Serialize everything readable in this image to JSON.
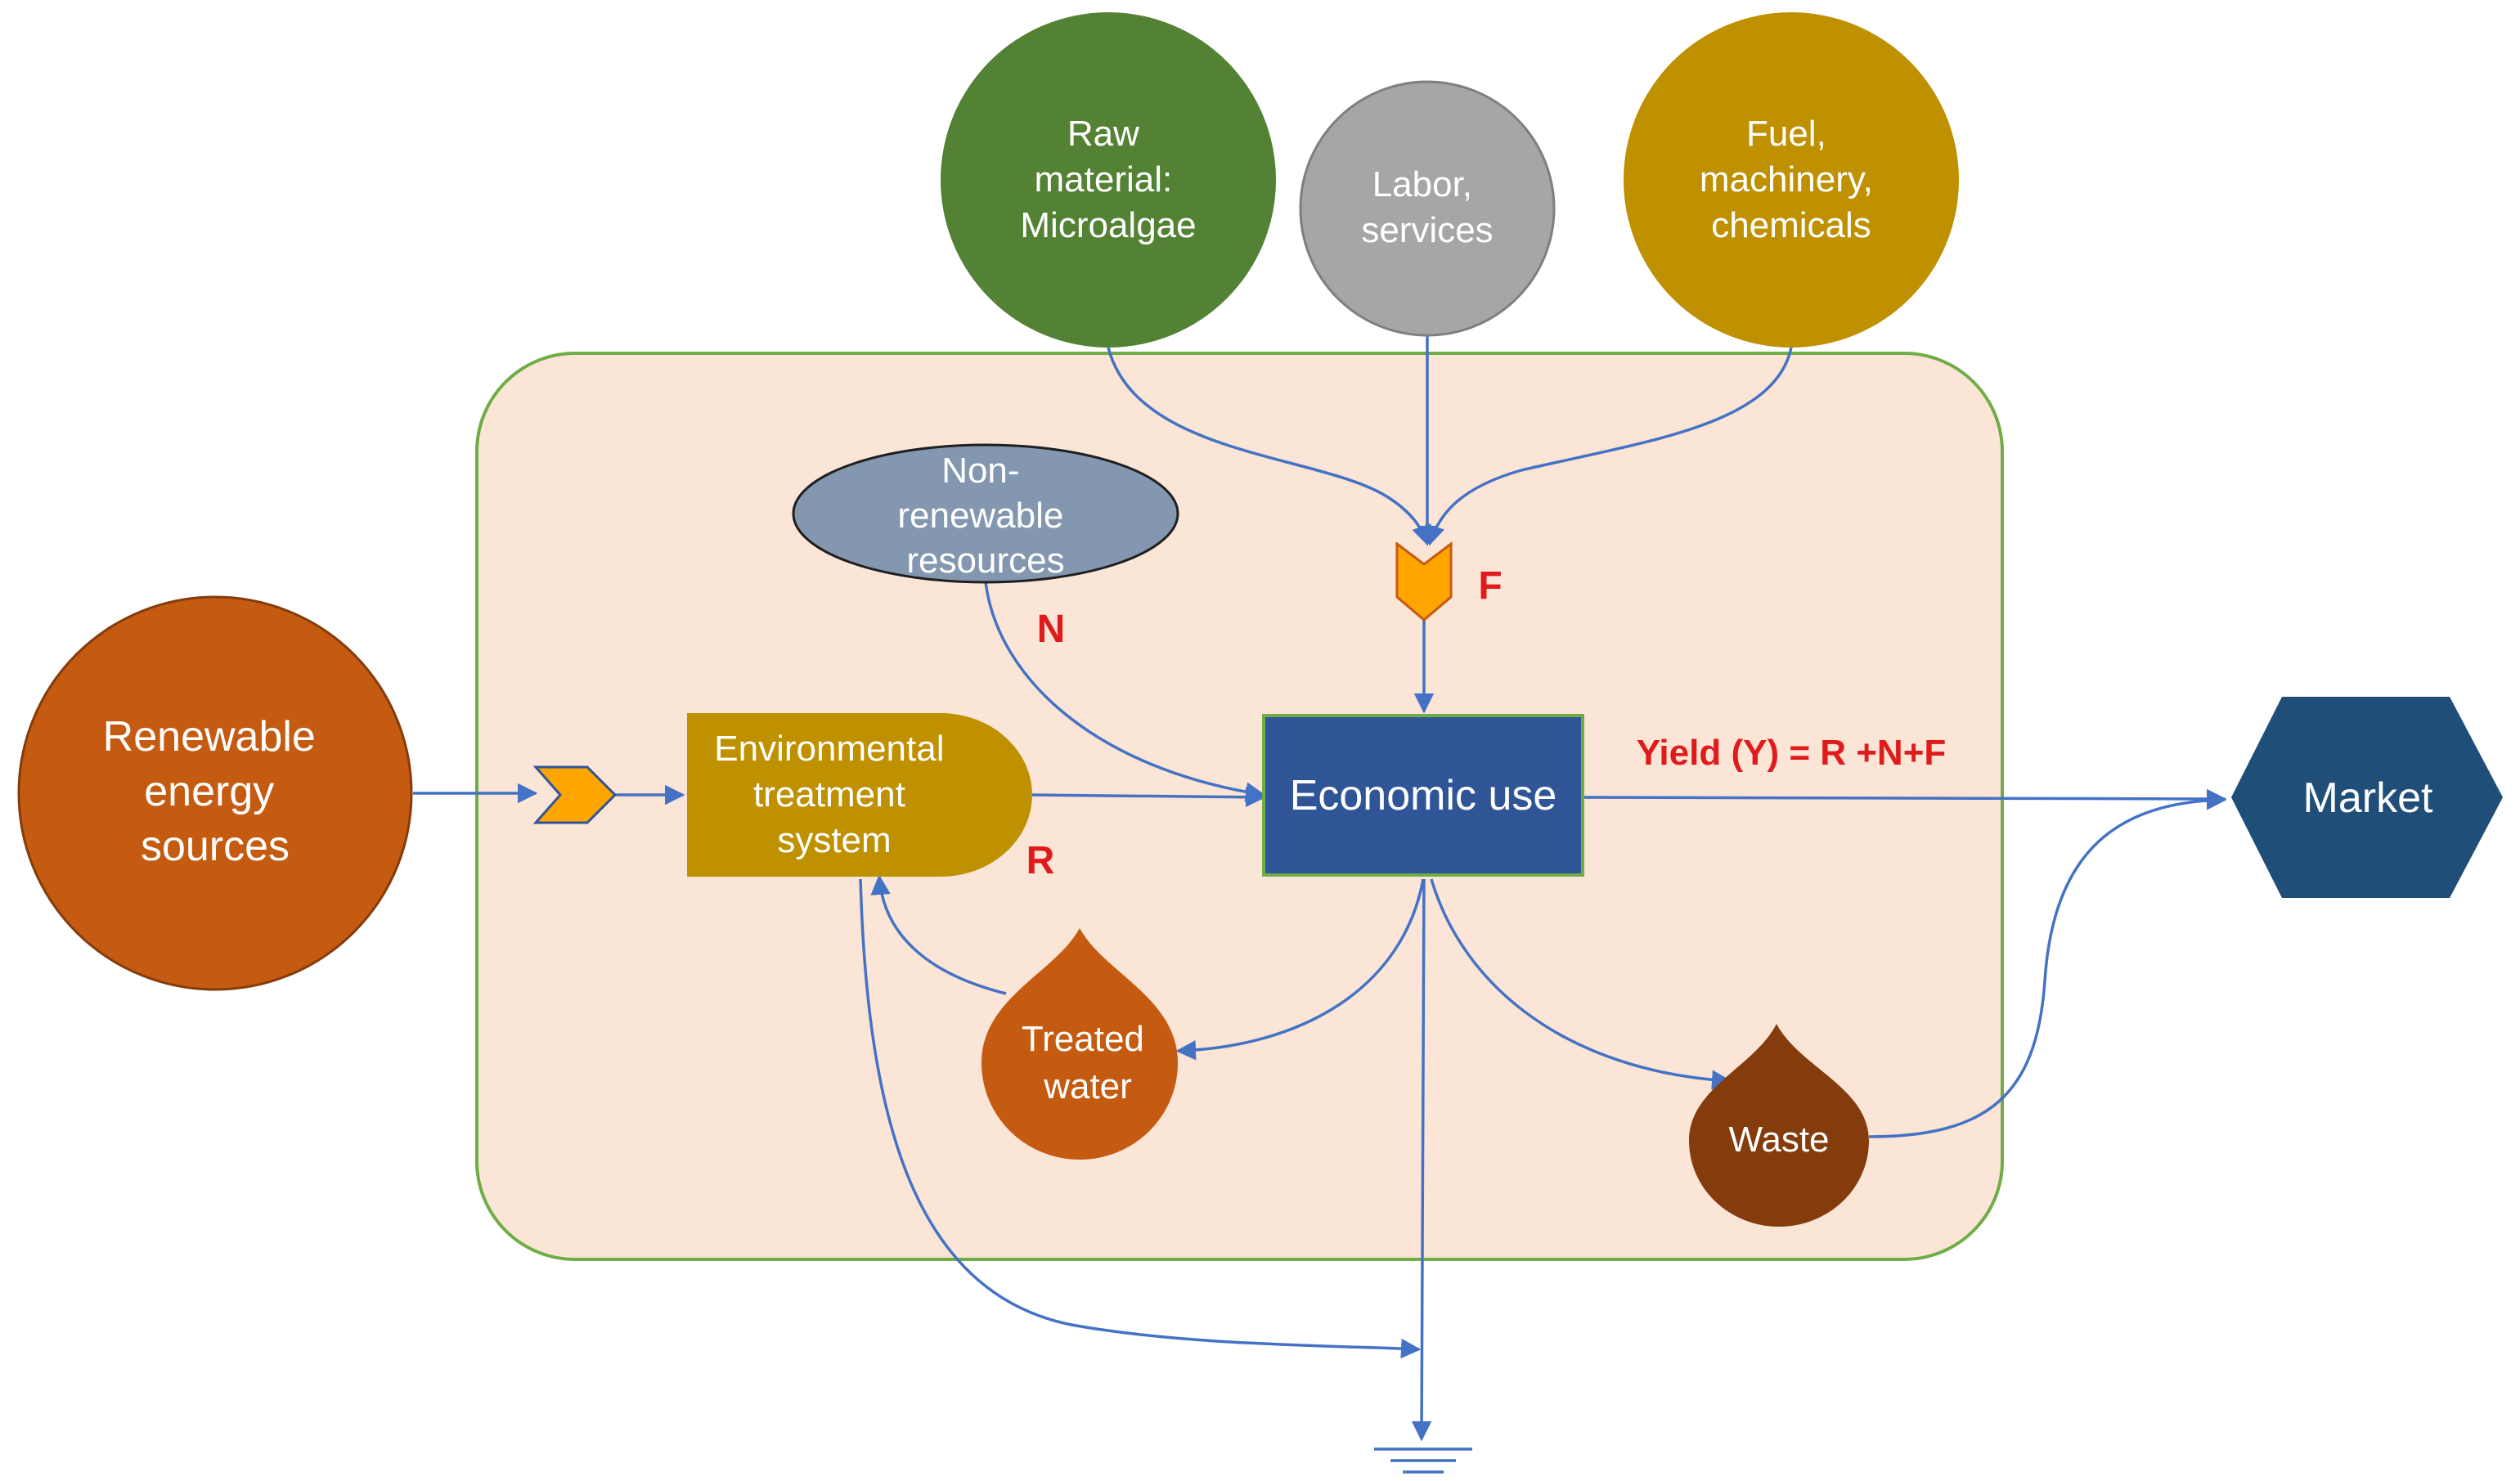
{
  "nodes": {
    "raw_material": [
      "Raw",
      "material:",
      "Microalgae"
    ],
    "labor": [
      "Labor,",
      "services"
    ],
    "fuel": [
      "Fuel,",
      "machinery,",
      "chemicals"
    ],
    "non_renewable": [
      "Non-",
      "renewable",
      "resources"
    ],
    "renewable": [
      "Renewable",
      "energy",
      "sources"
    ],
    "env_treatment": [
      "Environmental",
      "treatment",
      "system"
    ],
    "economic_use": "Economic use",
    "market": "Market",
    "treated_water": [
      "Treated",
      "water"
    ],
    "waste": "Waste"
  },
  "labels": {
    "F": "F",
    "N": "N",
    "R": "R",
    "yield": "Yield (Y) = R +N+F"
  },
  "colors": {
    "system_fill": "#fbe5d6",
    "system_border": "#70ad47",
    "flow": "#4472c4",
    "raw_material": "#548235",
    "labor": "#a6a6a6",
    "fuel": "#bf9000",
    "renewable": "#c55a11",
    "non_renewable": "#8497b0",
    "env_treatment": "#bf9000",
    "economic_use": "#2f5597",
    "market": "#1f4e79",
    "treated_water": "#c55a11",
    "waste": "#843c0c",
    "chevron": "#ffa500",
    "label_red": "#e01b1b"
  }
}
